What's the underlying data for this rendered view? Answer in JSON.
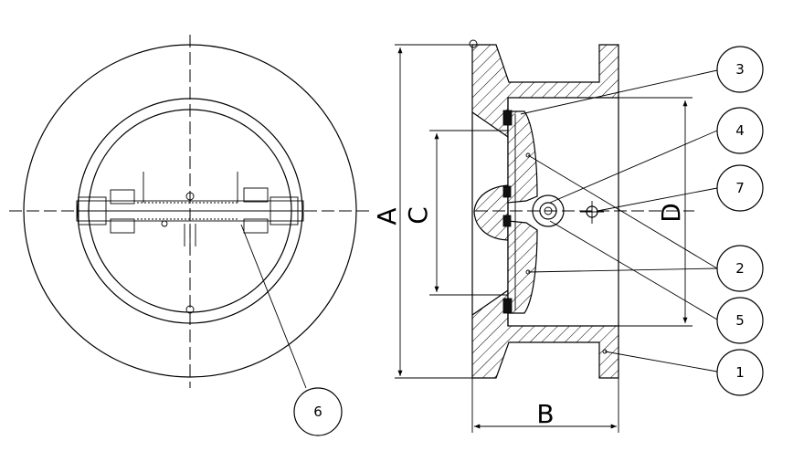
{
  "dimensions": {
    "A": "A",
    "B": "B",
    "C": "C",
    "D": "D"
  },
  "callouts": {
    "c1": "1",
    "c2": "2",
    "c3": "3",
    "c4": "4",
    "c5": "5",
    "c6": "6",
    "c7": "7"
  }
}
